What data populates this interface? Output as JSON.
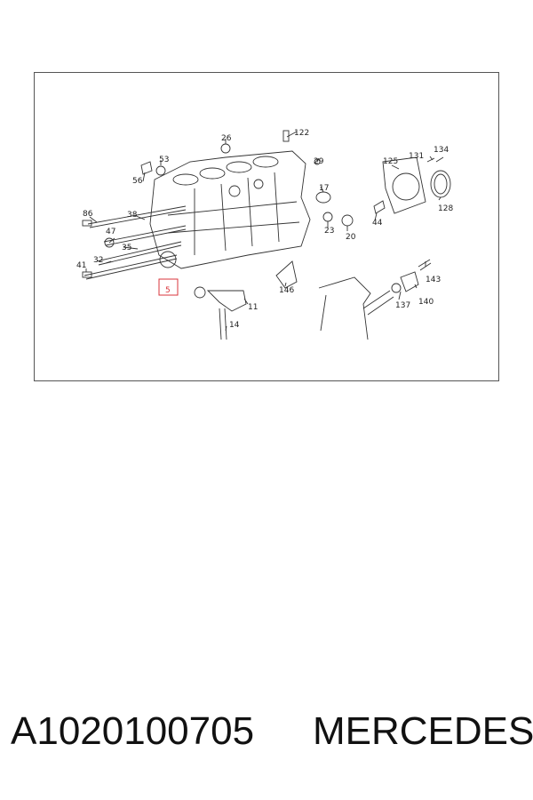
{
  "diagram": {
    "callouts": [
      "26",
      "122",
      "53",
      "56",
      "29",
      "17",
      "125",
      "131",
      "134",
      "128",
      "44",
      "86",
      "38",
      "47",
      "35",
      "32",
      "41",
      "23",
      "20",
      "146",
      "143",
      "140",
      "137",
      "11",
      "14"
    ],
    "highlighted_part": "5",
    "highlight_color": "#d9343b",
    "line_color": "#333333"
  },
  "footer": {
    "part_number": "A1020100705",
    "brand": "MERCEDES"
  }
}
